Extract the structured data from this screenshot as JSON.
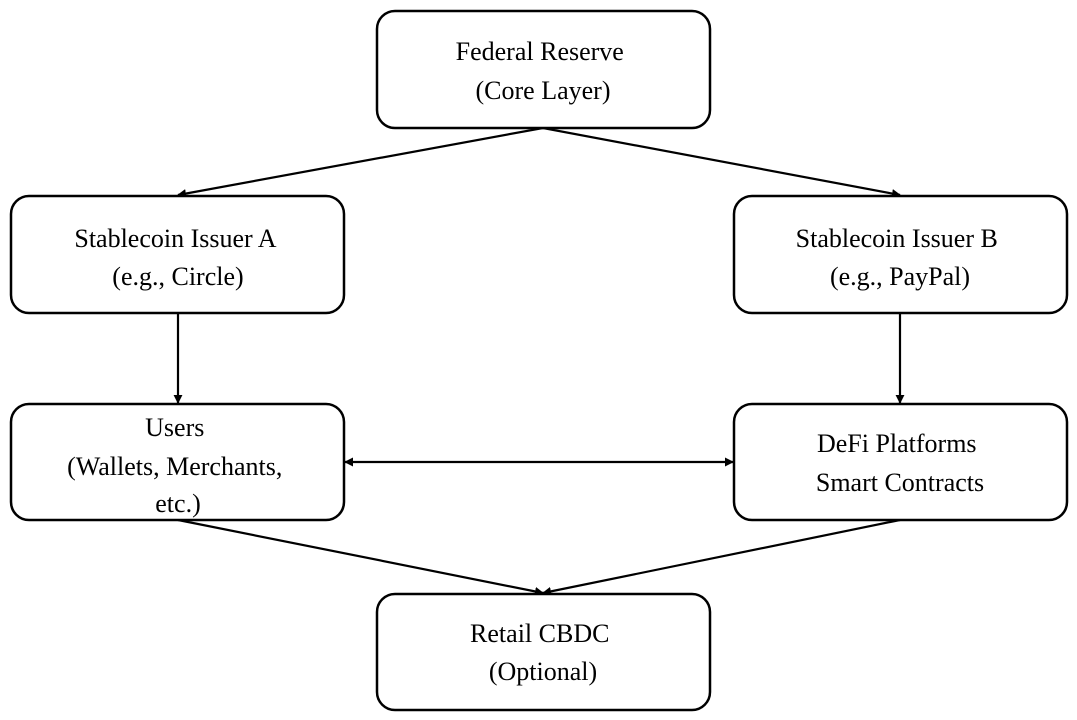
{
  "diagram": {
    "nodes": {
      "federal_reserve": {
        "lines": [
          "Federal Reserve",
          "(Core Layer)"
        ]
      },
      "issuer_a": {
        "lines": [
          "Stablecoin Issuer A",
          "(e.g., Circle)"
        ]
      },
      "issuer_b": {
        "lines": [
          "Stablecoin Issuer B",
          "(e.g., PayPal)"
        ]
      },
      "users": {
        "lines": [
          "Users",
          "(Wallets, Merchants,",
          "etc.)"
        ]
      },
      "defi": {
        "lines": [
          "DeFi Platforms",
          "Smart Contracts"
        ]
      },
      "cbdc": {
        "lines": [
          "Retail CBDC",
          "(Optional)"
        ]
      }
    },
    "edges": [
      {
        "from": "federal_reserve",
        "to": "issuer_a",
        "direction": "forward"
      },
      {
        "from": "federal_reserve",
        "to": "issuer_b",
        "direction": "forward"
      },
      {
        "from": "issuer_a",
        "to": "users",
        "direction": "forward"
      },
      {
        "from": "issuer_b",
        "to": "defi",
        "direction": "forward"
      },
      {
        "from": "users",
        "to": "defi",
        "direction": "both"
      },
      {
        "from": "users",
        "to": "cbdc",
        "direction": "forward"
      },
      {
        "from": "defi",
        "to": "cbdc",
        "direction": "forward"
      }
    ]
  }
}
